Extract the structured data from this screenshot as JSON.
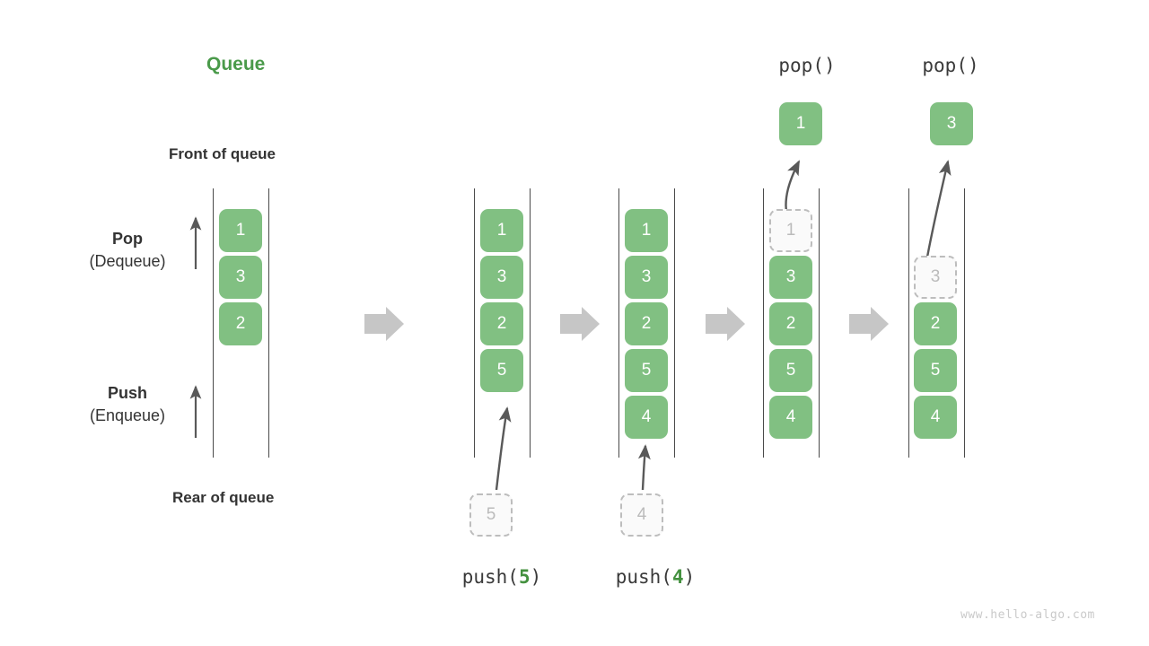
{
  "title": "Queue",
  "labels": {
    "front": "Front of queue",
    "rear": "Rear of queue",
    "pop_main": "Pop",
    "pop_sub": "(Dequeue)",
    "push_main": "Push",
    "push_sub": "(Enqueue)"
  },
  "watermark": "www.hello-algo.com",
  "colors": {
    "accent_green": "#4a9a4a",
    "cell_green": "#81c082",
    "ghost_border": "#bdbdbd",
    "ghost_text": "#bbbbbb",
    "rail": "#4a4a4a",
    "arrow_gray": "#c6c6c6",
    "thin_arrow": "#595959",
    "text_dark": "#333333"
  },
  "stages": [
    {
      "id": "initial",
      "caption": "",
      "caption_prefix": "",
      "caption_arg": "",
      "caption_suffix": "",
      "cells": [
        {
          "value": "1",
          "state": "filled"
        },
        {
          "value": "3",
          "state": "filled"
        },
        {
          "value": "2",
          "state": "filled"
        }
      ],
      "incoming": null,
      "popped": null
    },
    {
      "id": "push-5",
      "caption": "push(5)",
      "caption_prefix": "push(",
      "caption_arg": "5",
      "caption_suffix": ")",
      "cells": [
        {
          "value": "1",
          "state": "filled"
        },
        {
          "value": "3",
          "state": "filled"
        },
        {
          "value": "2",
          "state": "filled"
        },
        {
          "value": "5",
          "state": "filled"
        }
      ],
      "incoming": {
        "value": "5",
        "state": "ghost"
      },
      "popped": null
    },
    {
      "id": "push-4",
      "caption": "push(4)",
      "caption_prefix": "push(",
      "caption_arg": "4",
      "caption_suffix": ")",
      "cells": [
        {
          "value": "1",
          "state": "filled"
        },
        {
          "value": "3",
          "state": "filled"
        },
        {
          "value": "2",
          "state": "filled"
        },
        {
          "value": "5",
          "state": "filled"
        },
        {
          "value": "4",
          "state": "filled"
        }
      ],
      "incoming": {
        "value": "4",
        "state": "ghost"
      },
      "popped": null
    },
    {
      "id": "pop-1",
      "caption": "pop()",
      "caption_prefix": "pop()",
      "caption_arg": "",
      "caption_suffix": "",
      "cells": [
        {
          "value": "1",
          "state": "ghost"
        },
        {
          "value": "3",
          "state": "filled"
        },
        {
          "value": "2",
          "state": "filled"
        },
        {
          "value": "5",
          "state": "filled"
        },
        {
          "value": "4",
          "state": "filled"
        }
      ],
      "incoming": null,
      "popped": {
        "value": "1",
        "state": "filled"
      }
    },
    {
      "id": "pop-3",
      "caption": "pop()",
      "caption_prefix": "pop()",
      "caption_arg": "",
      "caption_suffix": "",
      "cells": [
        {
          "value": "3",
          "state": "ghost"
        },
        {
          "value": "2",
          "state": "filled"
        },
        {
          "value": "5",
          "state": "filled"
        },
        {
          "value": "4",
          "state": "filled"
        }
      ],
      "incoming": null,
      "popped": {
        "value": "3",
        "state": "filled"
      }
    }
  ],
  "flow_arrows": 4
}
